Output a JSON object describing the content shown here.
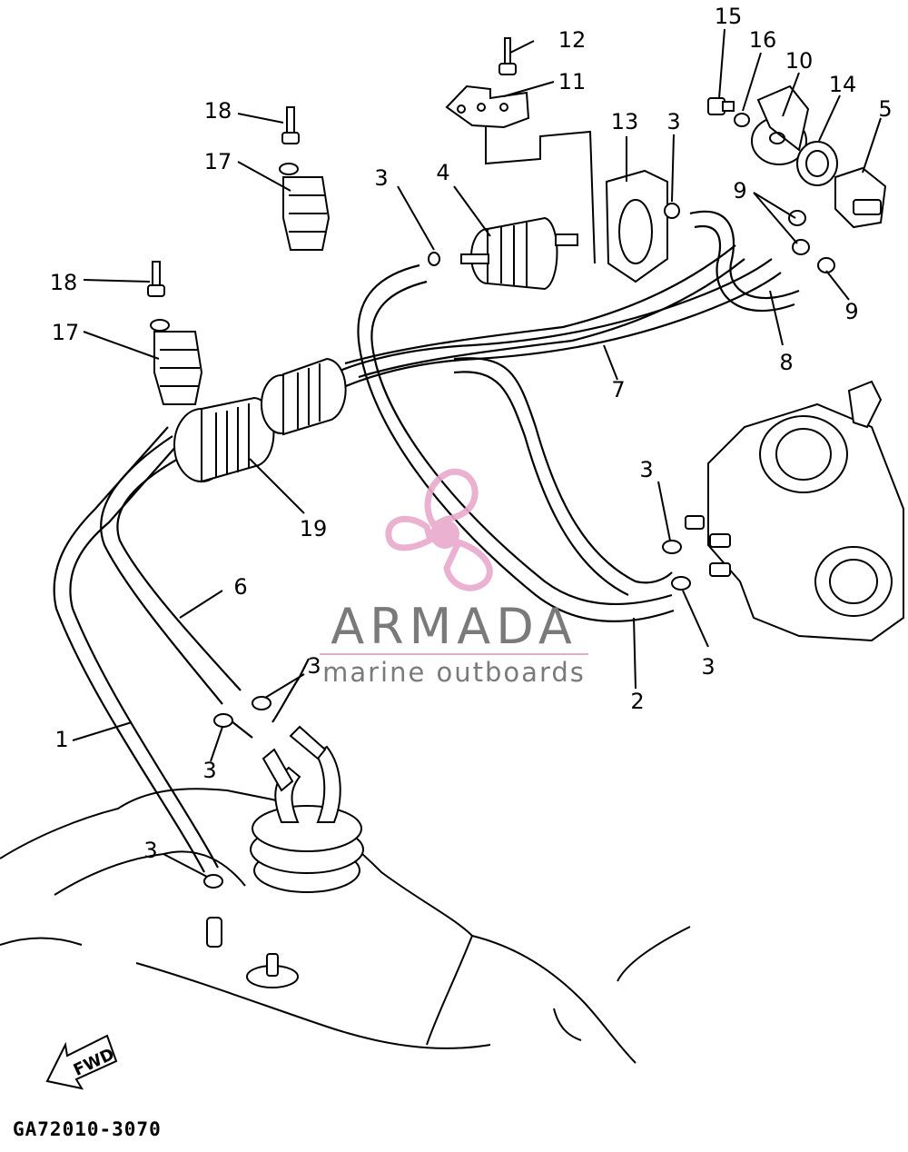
{
  "diagram": {
    "part_code": "GA72010-3070",
    "fwd_arrow_label": "FWD",
    "callouts": [
      {
        "id": "c1",
        "text": "1"
      },
      {
        "id": "c2",
        "text": "2"
      },
      {
        "id": "c3a",
        "text": "3"
      },
      {
        "id": "c3b",
        "text": "3"
      },
      {
        "id": "c3c",
        "text": "3"
      },
      {
        "id": "c3d",
        "text": "3"
      },
      {
        "id": "c3e",
        "text": "3"
      },
      {
        "id": "c3f",
        "text": "3"
      },
      {
        "id": "c3g",
        "text": "3"
      },
      {
        "id": "c4",
        "text": "4"
      },
      {
        "id": "c5",
        "text": "5"
      },
      {
        "id": "c6",
        "text": "6"
      },
      {
        "id": "c7",
        "text": "7"
      },
      {
        "id": "c8",
        "text": "8"
      },
      {
        "id": "c9a",
        "text": "9"
      },
      {
        "id": "c9b",
        "text": "9"
      },
      {
        "id": "c10",
        "text": "10"
      },
      {
        "id": "c11",
        "text": "11"
      },
      {
        "id": "c12",
        "text": "12"
      },
      {
        "id": "c13",
        "text": "13"
      },
      {
        "id": "c14",
        "text": "14"
      },
      {
        "id": "c15",
        "text": "15"
      },
      {
        "id": "c16",
        "text": "16"
      },
      {
        "id": "c17a",
        "text": "17"
      },
      {
        "id": "c17b",
        "text": "17"
      },
      {
        "id": "c18a",
        "text": "18"
      },
      {
        "id": "c18b",
        "text": "18"
      },
      {
        "id": "c19",
        "text": "19"
      }
    ]
  },
  "watermark": {
    "brand": "ARMADA",
    "tagline": "marine outboards",
    "logo_icon": "propeller-icon",
    "logo_color": "#e9a9cd",
    "text_color": "#7a7a7a"
  }
}
